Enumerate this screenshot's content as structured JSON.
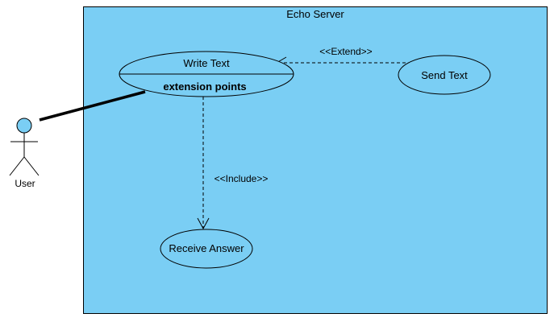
{
  "system": {
    "title": "Echo Server",
    "fill": "#7ACEF4",
    "stroke": "#000000"
  },
  "actor": {
    "name": "User",
    "head_fill": "#7ACEF4"
  },
  "use_cases": {
    "write_text": {
      "name": "Write Text",
      "compartment": "extension points"
    },
    "send_text": {
      "name": "Send Text"
    },
    "receive_answer": {
      "name": "Receive Answer"
    }
  },
  "relationships": {
    "extend": {
      "label": "<<Extend>>"
    },
    "include": {
      "label": "<<Include>>"
    }
  },
  "colors": {
    "line": "#000000",
    "background": "#ffffff"
  }
}
